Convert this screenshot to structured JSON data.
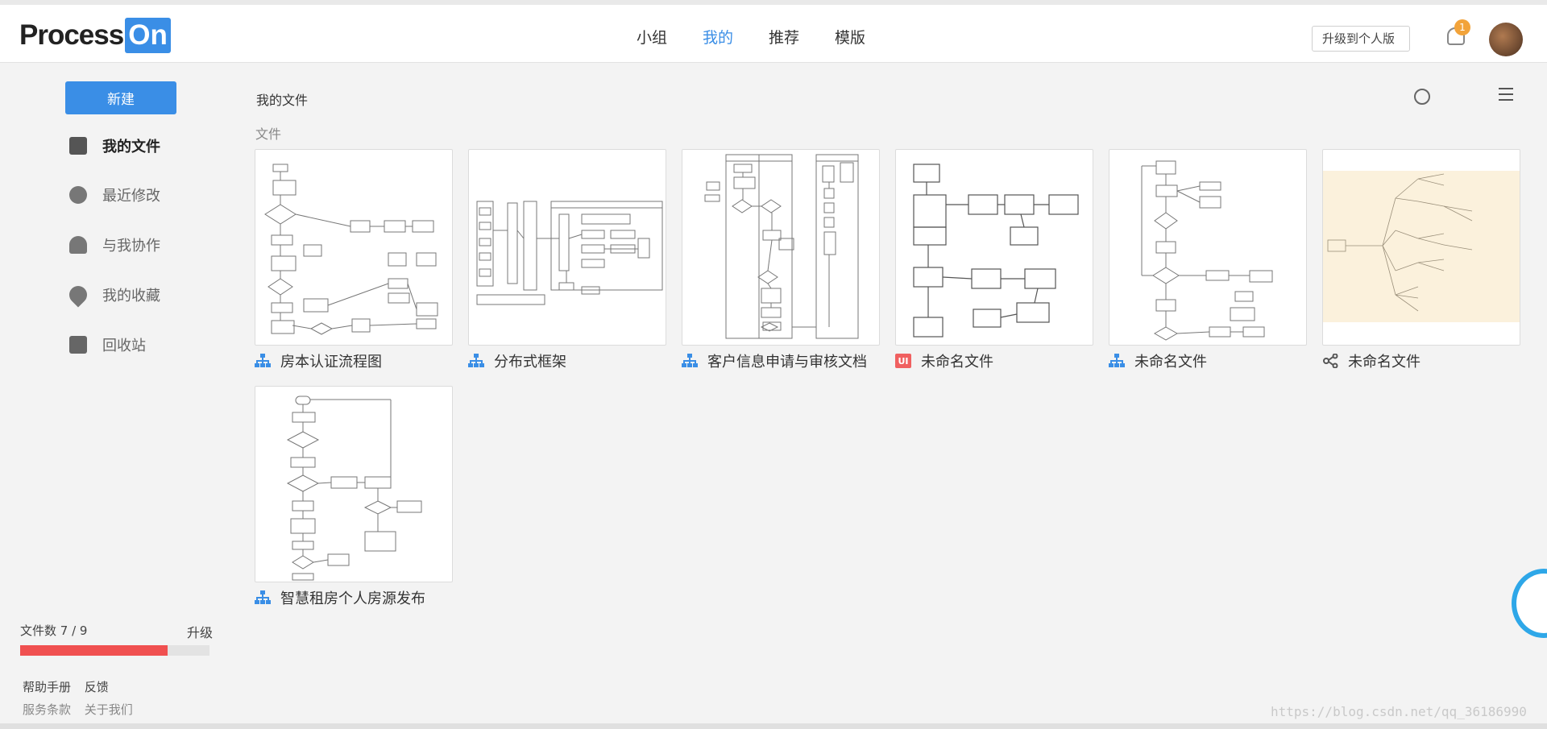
{
  "header": {
    "logo_process": "Process",
    "logo_on": "On",
    "nav": [
      {
        "label": "小组",
        "active": false
      },
      {
        "label": "我的",
        "active": true
      },
      {
        "label": "推荐",
        "active": false
      },
      {
        "label": "模版",
        "active": false
      }
    ],
    "upgrade_label": "升级到个人版",
    "notification_count": "1",
    "accent_color": "#3a8ee6"
  },
  "sidebar": {
    "new_button": "新建",
    "items": [
      {
        "label": "我的文件",
        "icon": "home-icon",
        "active": true
      },
      {
        "label": "最近修改",
        "icon": "clock-icon",
        "active": false
      },
      {
        "label": "与我协作",
        "icon": "user-icon",
        "active": false
      },
      {
        "label": "我的收藏",
        "icon": "heart-icon",
        "active": false
      },
      {
        "label": "回收站",
        "icon": "trash-icon",
        "active": false
      }
    ],
    "file_count_label": "文件数 7 / 9",
    "file_usage": 0.7778,
    "upgrade_link": "升级",
    "footer_row1": [
      "帮助手册",
      "反馈"
    ],
    "footer_row2": [
      "服务条款",
      "关于我们"
    ]
  },
  "main": {
    "breadcrumb": "我的文件",
    "section_label": "文件",
    "files": [
      {
        "title": "房本认证流程图",
        "type": "flowchart",
        "icon": "flowchart-icon"
      },
      {
        "title": "分布式框架",
        "type": "flowchart",
        "icon": "flowchart-icon"
      },
      {
        "title": "客户信息申请与审核文档",
        "type": "flowchart",
        "icon": "flowchart-icon"
      },
      {
        "title": "未命名文件",
        "type": "ui",
        "icon": "ui-icon",
        "icon_text": "UI"
      },
      {
        "title": "未命名文件",
        "type": "flowchart",
        "icon": "flowchart-icon"
      },
      {
        "title": "未命名文件",
        "type": "mindmap",
        "icon": "mindmap-icon"
      },
      {
        "title": "智慧租房个人房源发布",
        "type": "flowchart",
        "icon": "flowchart-icon"
      }
    ]
  },
  "watermark": "https://blog.csdn.net/qq_36186990"
}
